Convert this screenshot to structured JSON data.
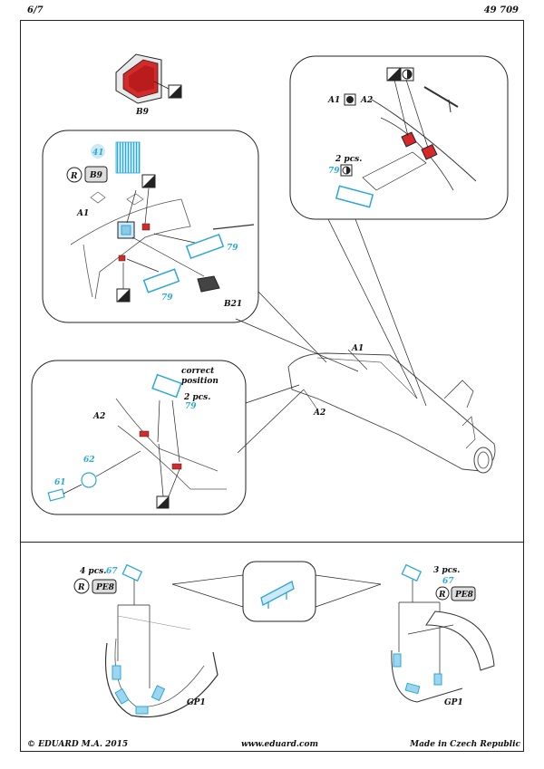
{
  "header": {
    "page": "6/7",
    "set_number": "49 709"
  },
  "footer": {
    "copyright": "© EDUARD  M.A. 2015",
    "website": "www.eduard.com",
    "origin": "Made in Czech Republic"
  },
  "labels": {
    "b9_top": "B9",
    "b9_ref": "B9",
    "b21": "B21",
    "a1_left": "A1",
    "a1_top": "A1",
    "a2_top": "A2",
    "a1_fuselage": "A1",
    "a2_fuselage": "A2",
    "a2_lower": "A2",
    "pe8_left": "PE8",
    "pe8_right": "PE8",
    "gp1_left": "GP1",
    "gp1_right": "GP1",
    "r_symbol": "R",
    "correct_position_1": "correct",
    "correct_position_2": "position",
    "two_pcs_top": "2 pcs.",
    "two_pcs_mid": "2 pcs.",
    "four_pcs": "4 pcs.",
    "three_pcs": "3 pcs."
  },
  "part_numbers": {
    "p41": "41",
    "p79_a": "79",
    "p79_b": "79",
    "p79_top": "79",
    "p79_mid": "79",
    "p62": "62",
    "p61": "61",
    "p67_left": "67",
    "p67_right": "67"
  },
  "colors": {
    "pe_blue": "#2aa8d8",
    "paint_red": "#d62a2a",
    "line": "#222222"
  }
}
